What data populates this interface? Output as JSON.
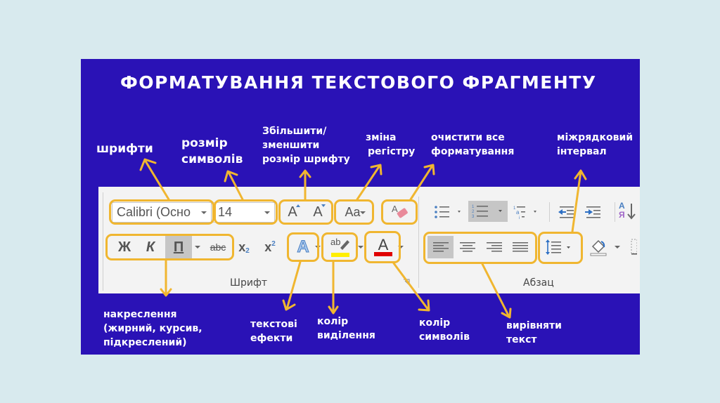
{
  "slide": {
    "title": "ФОРМАТУВАННЯ ТЕКСТОВОГО ФРАГМЕНТУ"
  },
  "labels": {
    "fonts": "шрифти",
    "font_size_1": "розмір",
    "font_size_2": "символів",
    "grow_shrink_1": "Збільшити/",
    "grow_shrink_2": "зменшити",
    "grow_shrink_3": "розмір шрифту",
    "change_case_1": "зміна",
    "change_case_2": "регістру",
    "clear_format_1": "очистити все",
    "clear_format_2": "форматування",
    "line_spacing_1": "міжрядковий",
    "line_spacing_2": "інтервал",
    "styles_1": "накреслення",
    "styles_2": "(жирний, курсив,",
    "styles_3": "підкреслений)",
    "text_effects_1": "текстові",
    "text_effects_2": "ефекти",
    "highlight_1": "колір",
    "highlight_2": "виділення",
    "font_color_1": "колір",
    "font_color_2": "символів",
    "align_1": "вирівняти",
    "align_2": "текст"
  },
  "ribbon": {
    "font_name": "Calibri (Осно",
    "font_size": "14",
    "grow_font": "A",
    "shrink_font": "A",
    "change_case": "Aa",
    "bold": "Ж",
    "italic": "К",
    "underline": "П",
    "strikethrough": "abc",
    "subscript_base": "x",
    "subscript_index": "2",
    "superscript_base": "x",
    "superscript_index": "2",
    "text_effects": "A",
    "highlight": "ab",
    "font_color": "A",
    "font_group": "Шрифт",
    "paragraph_group": "Абзац",
    "sort_top": "А",
    "sort_bottom": "Я"
  },
  "colors": {
    "slide_bg": "#2a12b6",
    "page_bg": "#d8eaee",
    "callout": "#f0b630",
    "highlight_yellow": "#ffee00",
    "font_red": "#e00000"
  }
}
